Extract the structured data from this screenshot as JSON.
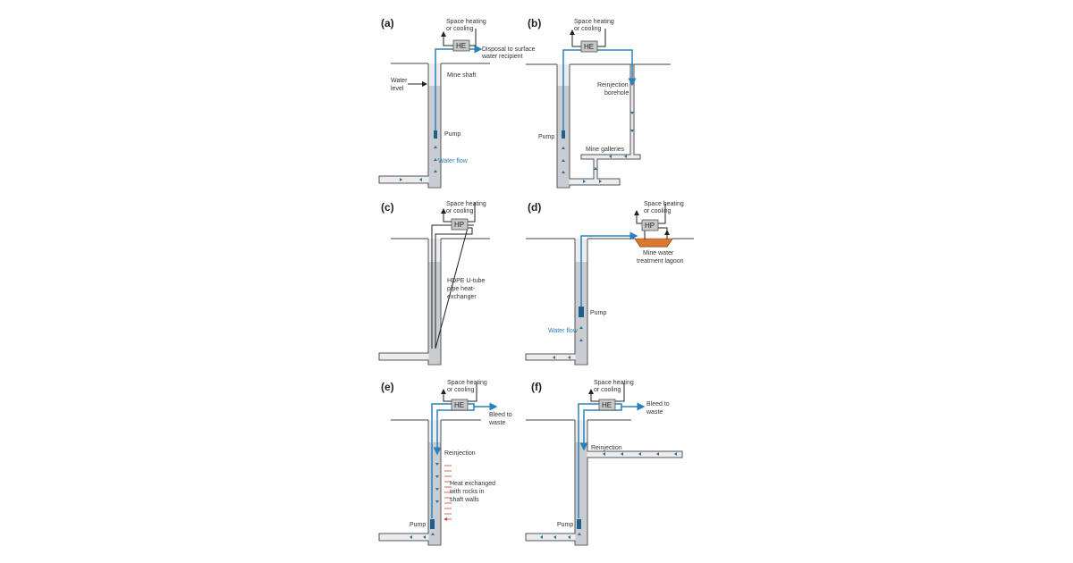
{
  "panels": {
    "a": {
      "label": "(a)",
      "box": "HE",
      "heating": [
        "Space heating",
        "or cooling"
      ],
      "disposal": [
        "Disposal to surface",
        "water recipient"
      ],
      "shaft": "Mine shaft",
      "water_level": [
        "Water",
        "level"
      ],
      "pump": "Pump",
      "flow": "Water flow"
    },
    "b": {
      "label": "(b)",
      "box": "HE",
      "heating": [
        "Space heating",
        "or cooling"
      ],
      "borehole": [
        "Reinjection",
        "borehole"
      ],
      "galleries": "Mine galleries",
      "pump": "Pump"
    },
    "c": {
      "label": "(c)",
      "box": "HP",
      "heating": [
        "Space heating",
        "or cooling"
      ],
      "utube": [
        "HDPE U-tube",
        "pipe heat-",
        "exchanger"
      ]
    },
    "d": {
      "label": "(d)",
      "box": "HP",
      "heating": [
        "Space heating",
        "or cooling"
      ],
      "lagoon": [
        "Mine water",
        "treatment lagoon"
      ],
      "pump": "Pump",
      "flow": "Water flow"
    },
    "e": {
      "label": "(e)",
      "box": "HE",
      "heating": [
        "Space heating",
        "or cooling"
      ],
      "bleed": [
        "Bleed to",
        "waste"
      ],
      "reinjection": "Reinjection",
      "heat": [
        "Heat exchanged",
        "with rocks in",
        "shaft walls"
      ],
      "pump": "Pump"
    },
    "f": {
      "label": "(f)",
      "box": "HE",
      "heating": [
        "Space heating",
        "or cooling"
      ],
      "bleed": [
        "Bleed to",
        "waste"
      ],
      "reinjection": "Reinjection",
      "pump": "Pump"
    }
  },
  "colors": {
    "pipe": "#2b82b8",
    "lagoon": "#d9782f",
    "heat_arrows": "#c0392b"
  }
}
